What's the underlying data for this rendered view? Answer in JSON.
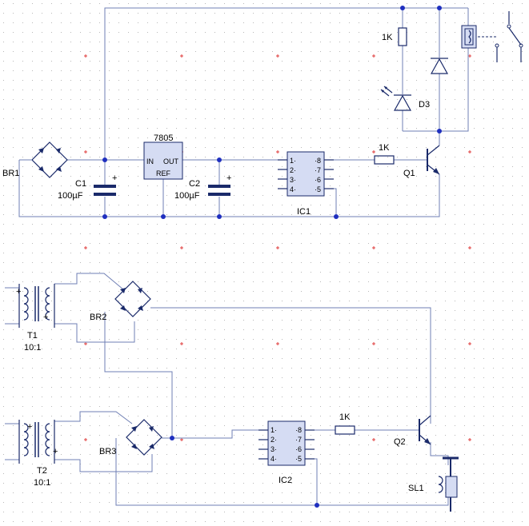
{
  "colors": {
    "wire": "#6f7fb4",
    "component": "#1a2a6a",
    "node": "#1f2fbf",
    "ic_fill": "#d5dcf3",
    "grid_plus": "#e04040"
  },
  "labels": {
    "br1": "BR1",
    "c1_name": "C1",
    "c1_value": "100µF",
    "reg_name": "7805",
    "reg_in": "IN",
    "reg_out": "OUT",
    "reg_ref": "REF",
    "c2_name": "C2",
    "c2_value": "100µF",
    "ic1": "IC1",
    "r_top": "1K",
    "r_mid": "1K",
    "d3": "D3",
    "q1": "Q1",
    "br2": "BR2",
    "t1_name": "T1",
    "t1_ratio": "10:1",
    "br3": "BR3",
    "t2_name": "T2",
    "t2_ratio": "10:1",
    "ic2": "IC2",
    "r_bottom": "1K",
    "q2": "Q2",
    "sl1": "SL1",
    "plus": "+"
  },
  "ic_pins": {
    "left": [
      "1·",
      "2·",
      "3·",
      "4·"
    ],
    "right": [
      "·8",
      "·7",
      "·6",
      "·5"
    ]
  }
}
